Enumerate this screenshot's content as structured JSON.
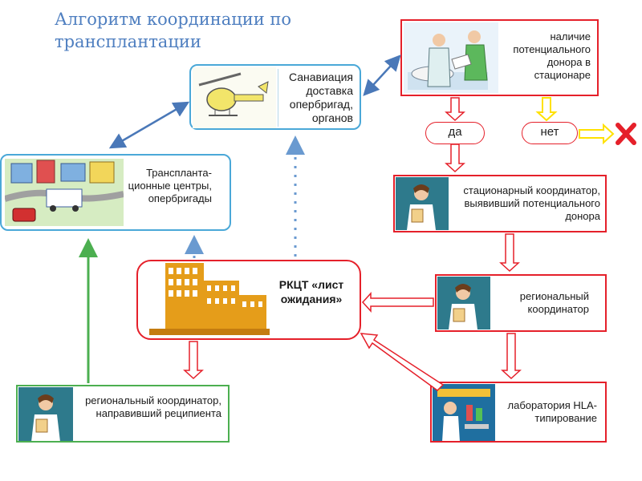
{
  "title": "Алгоритм координации по трансплантации",
  "boxes": {
    "donor_presence": "наличие потенциального донора в стационаре",
    "sanaviation": "Санавиация доставка опербригад, органов",
    "transplant_centers": "Трансплантa-ционные центры, опербригады",
    "hospital_coordinator": "стационарный координатор, выявивший потенциального донора",
    "rkct": "РКЦТ «лист ожидания»",
    "regional_coordinator": "региональный координатор",
    "regional_coordinator_recipient": "региональный координатор, направивший реципиента",
    "laboratory": "лаборатория HLA-типирование"
  },
  "decision": {
    "yes": "да",
    "no": "нет"
  },
  "colors": {
    "title": "#4f7fc0",
    "blue_border": "#4aa8d8",
    "red_border": "#e5202a",
    "green_arrow": "#4caf50",
    "blue_arrow": "#4a78b8",
    "yellow_arrow": "#ffe100",
    "cross": "#e5202a"
  }
}
